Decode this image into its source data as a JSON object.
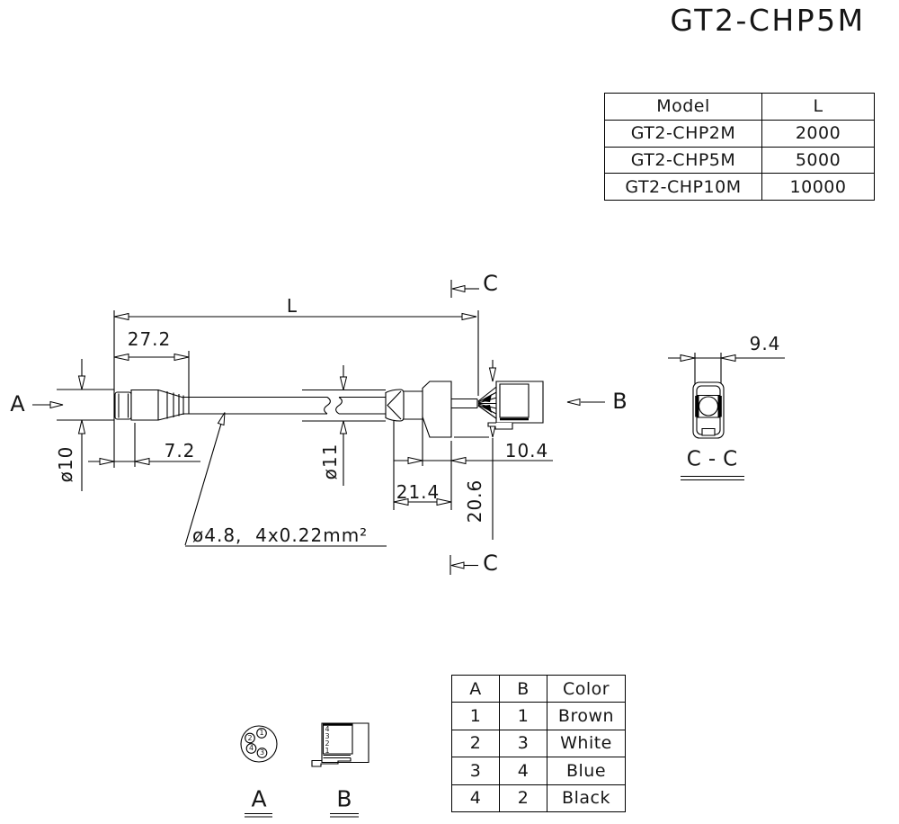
{
  "title": "GT2-CHP5M",
  "model_table": {
    "headers": [
      "Model",
      "L"
    ],
    "rows": [
      [
        "GT2-CHP2M",
        "2000"
      ],
      [
        "GT2-CHP5M",
        "5000"
      ],
      [
        "GT2-CHP10M",
        "10000"
      ]
    ]
  },
  "dimensions": {
    "length": "L",
    "d27_2": "27.2",
    "d7_2": "7.2",
    "dia10": "ø10",
    "dia11": "ø11",
    "d21_4": "21.4",
    "d20_6": "20.6",
    "d10_4": "10.4",
    "d9_4": "9.4",
    "cable_note": "ø4.8,  4x0.22mm²"
  },
  "views": {
    "arrow_a": "A",
    "arrow_b": "B",
    "section_c_top": "C",
    "section_c_bottom": "C",
    "section_cc": "C-C",
    "pin_view_a": "A",
    "pin_view_b": "B"
  },
  "pinout_a": {
    "pins": [
      "1",
      "2",
      "3",
      "4"
    ]
  },
  "pinout_b": {
    "pins": [
      "4",
      "3",
      "2",
      "1"
    ]
  },
  "wiring_table": {
    "headers": [
      "A",
      "B",
      "Color"
    ],
    "rows": [
      [
        "1",
        "1",
        "Brown"
      ],
      [
        "2",
        "3",
        "White"
      ],
      [
        "3",
        "4",
        "Blue"
      ],
      [
        "4",
        "2",
        "Black"
      ]
    ]
  }
}
